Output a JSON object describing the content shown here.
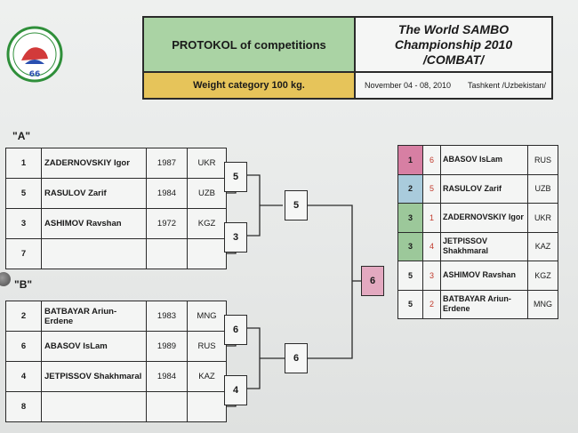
{
  "header": {
    "title": "PROTOKOL of competitions",
    "weight": "Weight category 100  kg.",
    "champ_line1": "The World SAMBO",
    "champ_line2": "Championship 2010",
    "champ_line3": "/COMBAT/",
    "dates": "November 04 - 08, 2010",
    "location": "Tashkent /Uzbekistan/"
  },
  "groups": {
    "a_label": "\"A\"",
    "b_label": "\"B\""
  },
  "group_a": [
    {
      "seed": "1",
      "name": "ZADERNOVSKIY Igor",
      "year": "1987",
      "country": "UKR"
    },
    {
      "seed": "5",
      "name": "RASULOV Zarif",
      "year": "1984",
      "country": "UZB"
    },
    {
      "seed": "3",
      "name": "ASHIMOV Ravshan",
      "year": "1972",
      "country": "KGZ"
    },
    {
      "seed": "7",
      "name": "",
      "year": "",
      "country": ""
    }
  ],
  "group_b": [
    {
      "seed": "2",
      "name": "BATBAYAR Ariun-Erdene",
      "year": "1983",
      "country": "MNG"
    },
    {
      "seed": "6",
      "name": "ABASOV IsLam",
      "year": "1989",
      "country": "RUS"
    },
    {
      "seed": "4",
      "name": "JETPISSOV Shakhmaral",
      "year": "1984",
      "country": "KAZ"
    },
    {
      "seed": "8",
      "name": "",
      "year": "",
      "country": ""
    }
  ],
  "bracket": {
    "a_r1_top": "5",
    "a_r1_bottom": "3",
    "a_final": "5",
    "b_r1_top": "6",
    "b_r1_bottom": "4",
    "b_final": "6",
    "final": "6"
  },
  "results": [
    {
      "place": "1",
      "seed": "6",
      "name": "ABASOV IsLam",
      "country": "RUS",
      "color": "#d77fa3"
    },
    {
      "place": "2",
      "seed": "5",
      "name": "RASULOV Zarif",
      "country": "UZB",
      "color": "#a9cbdc"
    },
    {
      "place": "3",
      "seed": "1",
      "name": "ZADERNOVSKIY Igor",
      "country": "UKR",
      "color": "#9cc89a"
    },
    {
      "place": "3",
      "seed": "4",
      "name": "JETPISSOV Shakhmaral",
      "country": "KAZ",
      "color": "#9cc89a"
    },
    {
      "place": "5",
      "seed": "3",
      "name": "ASHIMOV Ravshan",
      "country": "KGZ",
      "color": "#f4f5f4"
    },
    {
      "place": "5",
      "seed": "2",
      "name": "BATBAYAR Ariun-Erdene",
      "country": "MNG",
      "color": "#f4f5f4"
    }
  ]
}
